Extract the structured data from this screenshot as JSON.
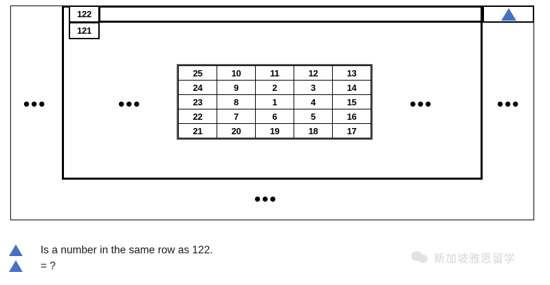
{
  "figure": {
    "title": "Spiral number grid puzzle",
    "accent_color": "#4472C4",
    "line_color": "#000000"
  },
  "row_labels": [
    {
      "value": "122",
      "name": "row-label-122"
    },
    {
      "value": "121",
      "name": "row-label-121"
    }
  ],
  "marker": {
    "icon": "triangle-up-icon",
    "color": "#4472C4",
    "location": "same row as 122"
  },
  "spiral_grid": {
    "rows": 5,
    "columns": 5,
    "cells": [
      [
        "25",
        "10",
        "11",
        "12",
        "13"
      ],
      [
        "24",
        "9",
        "2",
        "3",
        "14"
      ],
      [
        "23",
        "8",
        "1",
        "4",
        "15"
      ],
      [
        "22",
        "7",
        "6",
        "5",
        "16"
      ],
      [
        "21",
        "20",
        "19",
        "18",
        "17"
      ]
    ]
  },
  "ellipses": {
    "far_left": "•••",
    "left": "•••",
    "right": "•••",
    "far_right": "•••",
    "bottom": "•••"
  },
  "legend": {
    "items": [
      {
        "icon": "triangle-up-icon",
        "text": "Is a number in the same row as 122."
      },
      {
        "icon": "triangle-up-icon",
        "text": "= ?"
      }
    ]
  },
  "watermark": {
    "icon": "wechat-icon",
    "text": "新加坡雅思留学"
  }
}
